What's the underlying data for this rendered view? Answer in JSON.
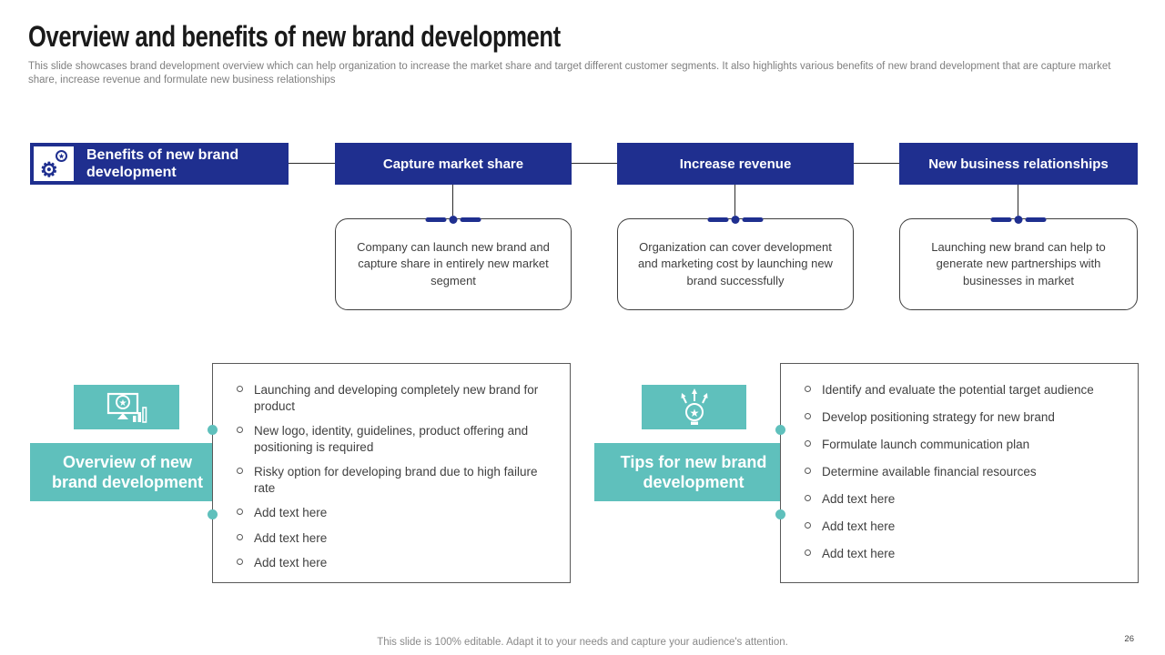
{
  "slide": {
    "title": "Overview and benefits of new brand development",
    "subtitle": "This slide showcases brand development overview which can help organization to increase the market share and target different customer segments. It also highlights various benefits of new brand development that are capture market share, increase revenue and formulate new business relationships",
    "footer": "This slide is 100% editable. Adapt it to your needs and capture your audience's attention.",
    "page_number": "26"
  },
  "colors": {
    "navy": "#1f2f8f",
    "teal": "#5fc0bc",
    "text_dark": "#404040",
    "text_gray": "#7f7f7f"
  },
  "benefits_flow": {
    "header": {
      "label": "Benefits of new brand development",
      "icon": "gear-badge-icon"
    },
    "nodes": [
      {
        "label": "Capture market share",
        "description": "Company can launch new brand and capture share in entirely new market segment"
      },
      {
        "label": "Increase revenue",
        "description": "Organization can cover development and marketing cost by launching new brand successfully"
      },
      {
        "label": "New business relationships",
        "description": "Launching new brand can help to generate new partnerships with businesses in market"
      }
    ]
  },
  "sections": [
    {
      "label": "Overview of new brand development",
      "icon": "monitor-badge-chart-icon",
      "bullets": [
        "Launching and developing completely new brand for product",
        "New logo, identity, guidelines, product offering and positioning is required",
        "Risky option for developing brand due to high failure rate",
        "Add text here",
        "Add text here",
        "Add text here"
      ]
    },
    {
      "label": "Tips for new brand development",
      "icon": "bulb-gear-arrows-icon",
      "bullets": [
        "Identify and evaluate the potential target audience",
        "Develop positioning strategy for new brand",
        "Formulate launch communication plan",
        "Determine available financial resources",
        "Add text here",
        "Add text here",
        "Add text here"
      ]
    }
  ]
}
